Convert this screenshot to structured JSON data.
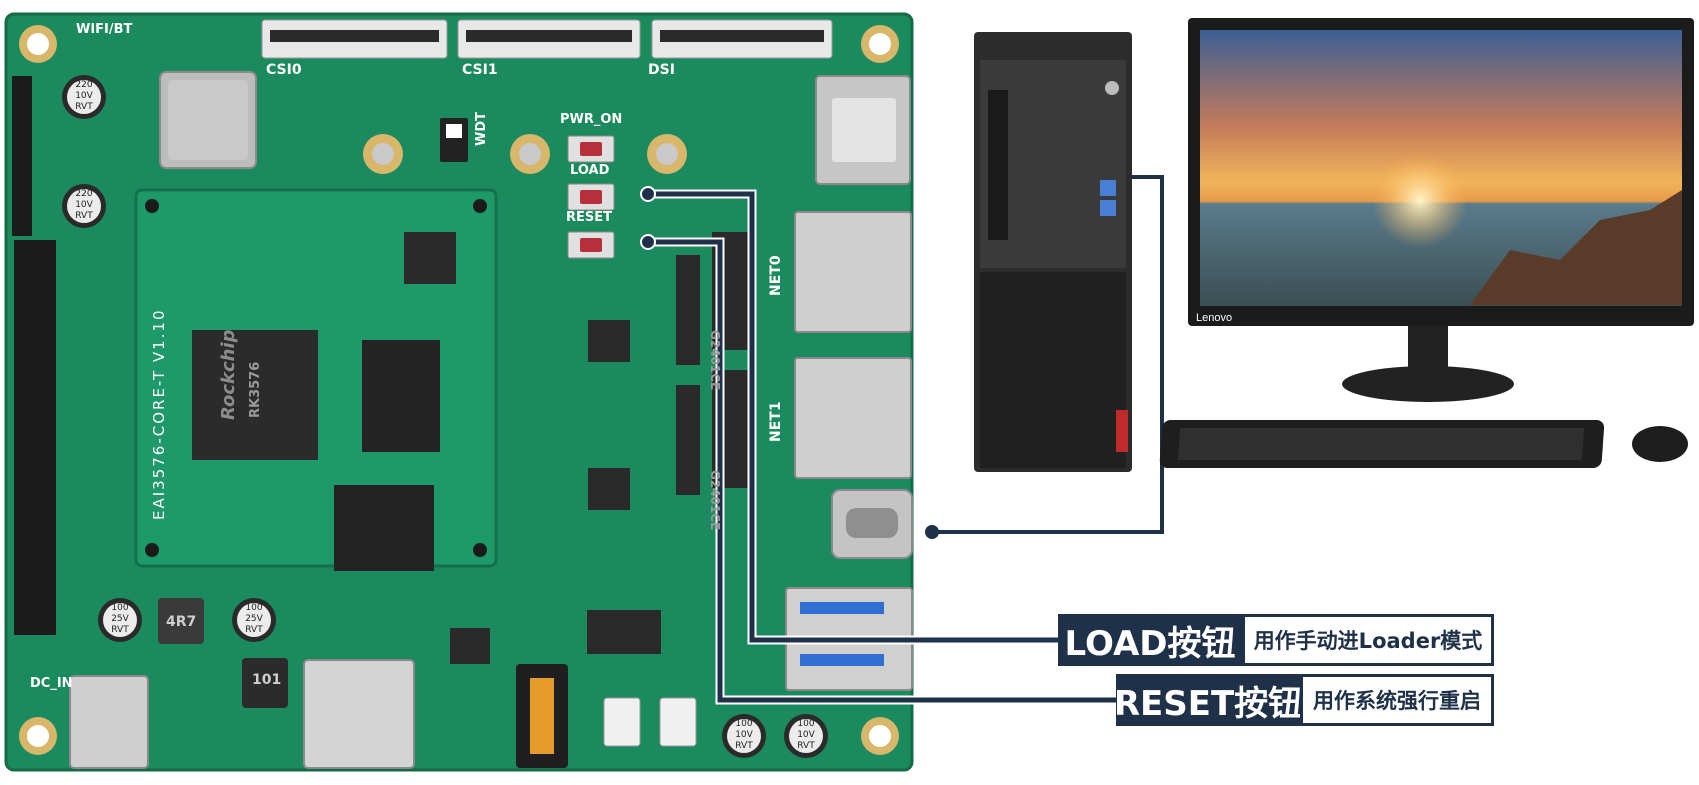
{
  "colors": {
    "pcb": "#1b8a5f",
    "pcb_dark": "#136b48",
    "callout_dark": "#1f3049",
    "connector_line": "#1f3049",
    "button_red": "#b5303a"
  },
  "board": {
    "labels": {
      "wifi_bt": "WIFI/BT",
      "csi0": "CSI0",
      "csi1": "CSI1",
      "dsi": "DSI",
      "wdt": "WDT",
      "pwr_on": "PWR_ON",
      "load": "LOAD",
      "reset": "RESET",
      "net0": "NET0",
      "net1": "NET1",
      "dc_in": "DC_IN",
      "core_module": "EAI3576-CORE-T V1.10",
      "soc_brand": "Rockchip",
      "soc_model": "RK3576",
      "phy_chip_0": "G2401CE",
      "phy_chip_1": "G2401CE"
    },
    "capacitor_labels": {
      "cap_top_1": [
        "220",
        "10V",
        "RVT"
      ],
      "cap_top_2": [
        "220",
        "10V",
        "RVT"
      ],
      "cap_bottom_1": [
        "100",
        "25V",
        "RVT"
      ],
      "cap_bottom_2": [
        "100",
        "25V",
        "RVT"
      ],
      "cap_bottom_3": [
        "100",
        "10V",
        "RVT"
      ],
      "cap_bottom_4": [
        "100",
        "10V",
        "RVT"
      ]
    },
    "inductor_labels": {
      "ind_1": "4R7",
      "ind_2": "101"
    }
  },
  "pc": {
    "monitor_brand": "Lenovo"
  },
  "callouts": {
    "load": {
      "title": "LOAD按钮",
      "description": "用作手动进Loader模式"
    },
    "reset": {
      "title": "RESET按钮",
      "description": "用作系统强行重启"
    }
  }
}
